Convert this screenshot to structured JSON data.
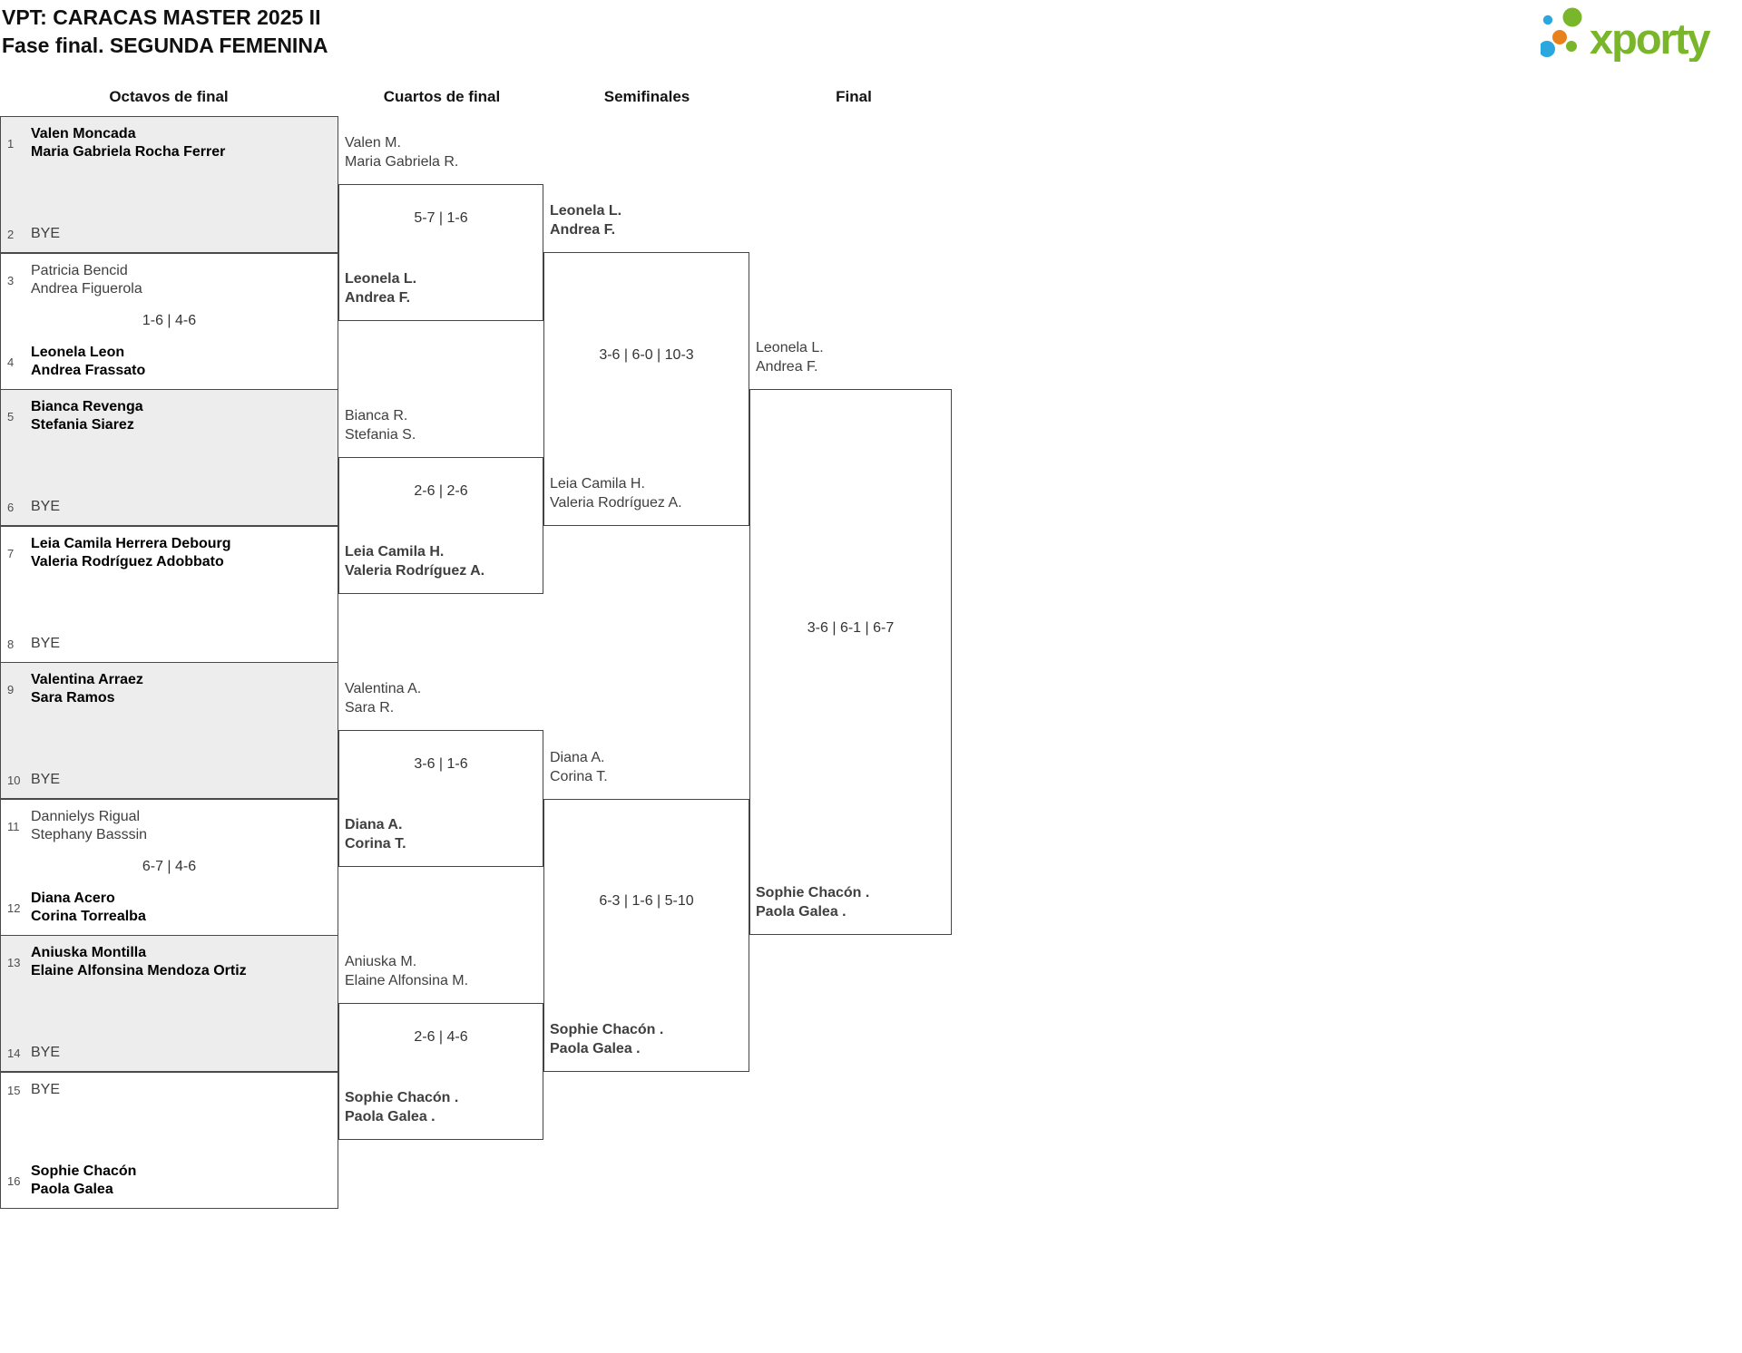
{
  "title": {
    "line1": "VPT: CARACAS MASTER 2025 II",
    "line2": "Fase final. SEGUNDA FEMENINA"
  },
  "logo": {
    "text": "xporty",
    "colors": {
      "green": "#7ab629",
      "blue": "#2ba7df",
      "orange": "#e8811c"
    }
  },
  "round_headers": {
    "r16": "Octavos de final",
    "qf": "Cuartos de final",
    "sf": "Semifinales",
    "final": "Final"
  },
  "bracket": {
    "r16": [
      {
        "seed_top": "1",
        "top": [
          "Valen Moncada",
          "Maria Gabriela Rocha Ferrer"
        ],
        "top_winner": true,
        "seed_bottom": "2",
        "bottom": [
          "BYE"
        ],
        "bottom_winner": false,
        "score": ""
      },
      {
        "seed_top": "3",
        "top": [
          "Patricia Bencid",
          "Andrea Figuerola"
        ],
        "top_winner": false,
        "seed_bottom": "4",
        "bottom": [
          "Leonela Leon",
          "Andrea Frassato"
        ],
        "bottom_winner": true,
        "score": "1-6 | 4-6"
      },
      {
        "seed_top": "5",
        "top": [
          "Bianca Revenga",
          "Stefania Siarez"
        ],
        "top_winner": true,
        "seed_bottom": "6",
        "bottom": [
          "BYE"
        ],
        "bottom_winner": false,
        "score": ""
      },
      {
        "seed_top": "7",
        "top": [
          "Leia Camila Herrera Debourg",
          "Valeria Rodríguez Adobbato"
        ],
        "top_winner": true,
        "seed_bottom": "8",
        "bottom": [
          "BYE"
        ],
        "bottom_winner": false,
        "score": ""
      },
      {
        "seed_top": "9",
        "top": [
          "Valentina Arraez",
          "Sara Ramos"
        ],
        "top_winner": true,
        "seed_bottom": "10",
        "bottom": [
          "BYE"
        ],
        "bottom_winner": false,
        "score": ""
      },
      {
        "seed_top": "11",
        "top": [
          "Dannielys Rigual",
          "Stephany Basssin"
        ],
        "top_winner": false,
        "seed_bottom": "12",
        "bottom": [
          "Diana Acero",
          "Corina Torrealba"
        ],
        "bottom_winner": true,
        "score": "6-7 | 4-6"
      },
      {
        "seed_top": "13",
        "top": [
          "Aniuska Montilla",
          "Elaine Alfonsina Mendoza Ortiz"
        ],
        "top_winner": true,
        "seed_bottom": "14",
        "bottom": [
          "BYE"
        ],
        "bottom_winner": false,
        "score": ""
      },
      {
        "seed_top": "15",
        "top": [
          "BYE"
        ],
        "top_winner": false,
        "seed_bottom": "16",
        "bottom": [
          "Sophie Chacón",
          "Paola Galea"
        ],
        "bottom_winner": true,
        "score": ""
      }
    ],
    "qf": [
      {
        "top": [
          "Valen M.",
          "Maria Gabriela R."
        ],
        "top_winner": false,
        "bottom": [
          "Leonela L.",
          "Andrea F."
        ],
        "bottom_winner": true,
        "score": "5-7 | 1-6"
      },
      {
        "top": [
          "Bianca R.",
          "Stefania S."
        ],
        "top_winner": false,
        "bottom": [
          "Leia Camila H.",
          "Valeria Rodríguez A."
        ],
        "bottom_winner": true,
        "score": "2-6 | 2-6"
      },
      {
        "top": [
          "Valentina A.",
          "Sara R."
        ],
        "top_winner": false,
        "bottom": [
          "Diana A.",
          "Corina T."
        ],
        "bottom_winner": true,
        "score": "3-6 | 1-6"
      },
      {
        "top": [
          "Aniuska M.",
          "Elaine Alfonsina M."
        ],
        "top_winner": false,
        "bottom": [
          "Sophie Chacón .",
          "Paola Galea ."
        ],
        "bottom_winner": true,
        "score": "2-6 | 4-6"
      }
    ],
    "sf": [
      {
        "top": [
          "Leonela L.",
          "Andrea F."
        ],
        "top_winner": true,
        "bottom": [
          "Leia Camila H.",
          "Valeria Rodríguez A."
        ],
        "bottom_winner": false,
        "score": "3-6 | 6-0 | 10-3"
      },
      {
        "top": [
          "Diana A.",
          "Corina T."
        ],
        "top_winner": false,
        "bottom": [
          "Sophie Chacón .",
          "Paola Galea ."
        ],
        "bottom_winner": true,
        "score": "6-3 | 1-6 | 5-10"
      }
    ],
    "final": {
      "top": [
        "Leonela L.",
        "Andrea F."
      ],
      "top_winner": false,
      "bottom": [
        "Sophie Chacón .",
        "Paola Galea ."
      ],
      "bottom_winner": true,
      "score": "3-6 | 6-1 | 6-7"
    }
  }
}
